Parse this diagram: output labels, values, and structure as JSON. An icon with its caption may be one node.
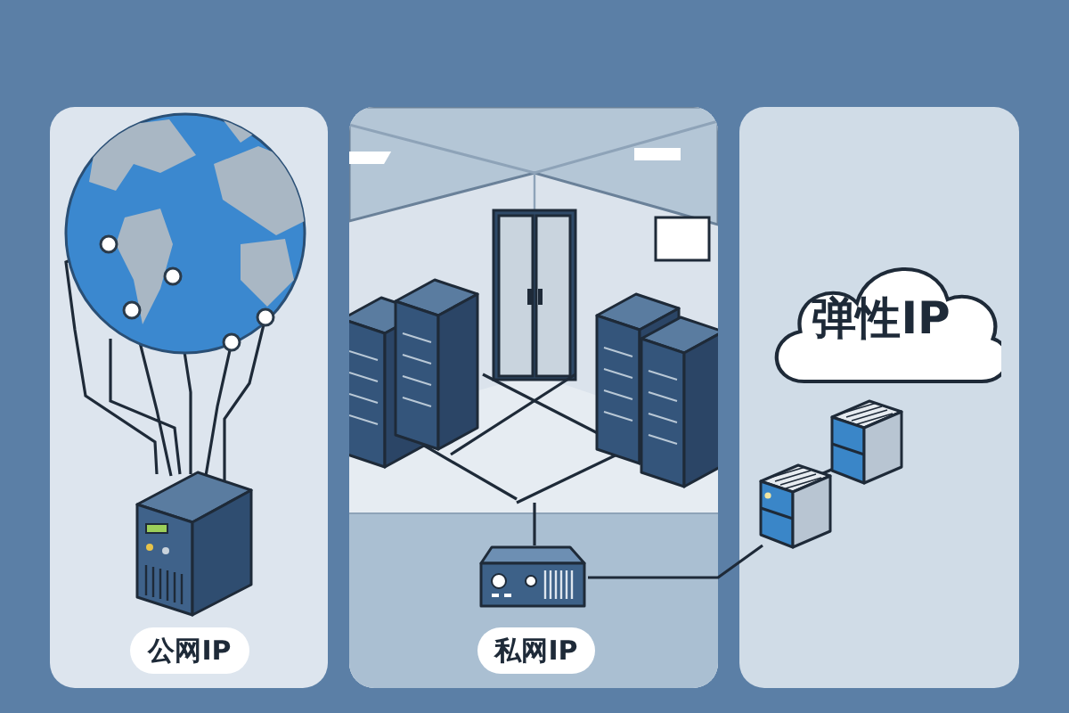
{
  "diagram": {
    "nodes": [
      {
        "text": [],
        "shape": "box"
      },
      {
        "text": [],
        "shape": "picture",
        "in": 0
      },
      {
        "text": [],
        "shape": "picture",
        "in": 0
      },
      {
        "text": [
          "公网IP"
        ],
        "in": 0
      },
      {
        "text": [],
        "shape": "box"
      },
      {
        "text": [],
        "shape": "picture",
        "in": 4
      },
      {
        "text": [
          "私网IP"
        ],
        "in": 4
      },
      {
        "text": [],
        "shape": "box"
      },
      {
        "text": [
          "弹性IP"
        ],
        "in": 7
      },
      {
        "text": [],
        "shape": "picture",
        "in": 7
      },
      {
        "text": [],
        "shape": "picture",
        "in": 7
      }
    ],
    "edges": [
      {
        "from": 1,
        "to": 2,
        "arrow": "none"
      },
      {
        "from": 5,
        "to": 10,
        "arrow": "none"
      },
      {
        "from": 10,
        "to": 9,
        "arrow": "none"
      }
    ]
  }
}
